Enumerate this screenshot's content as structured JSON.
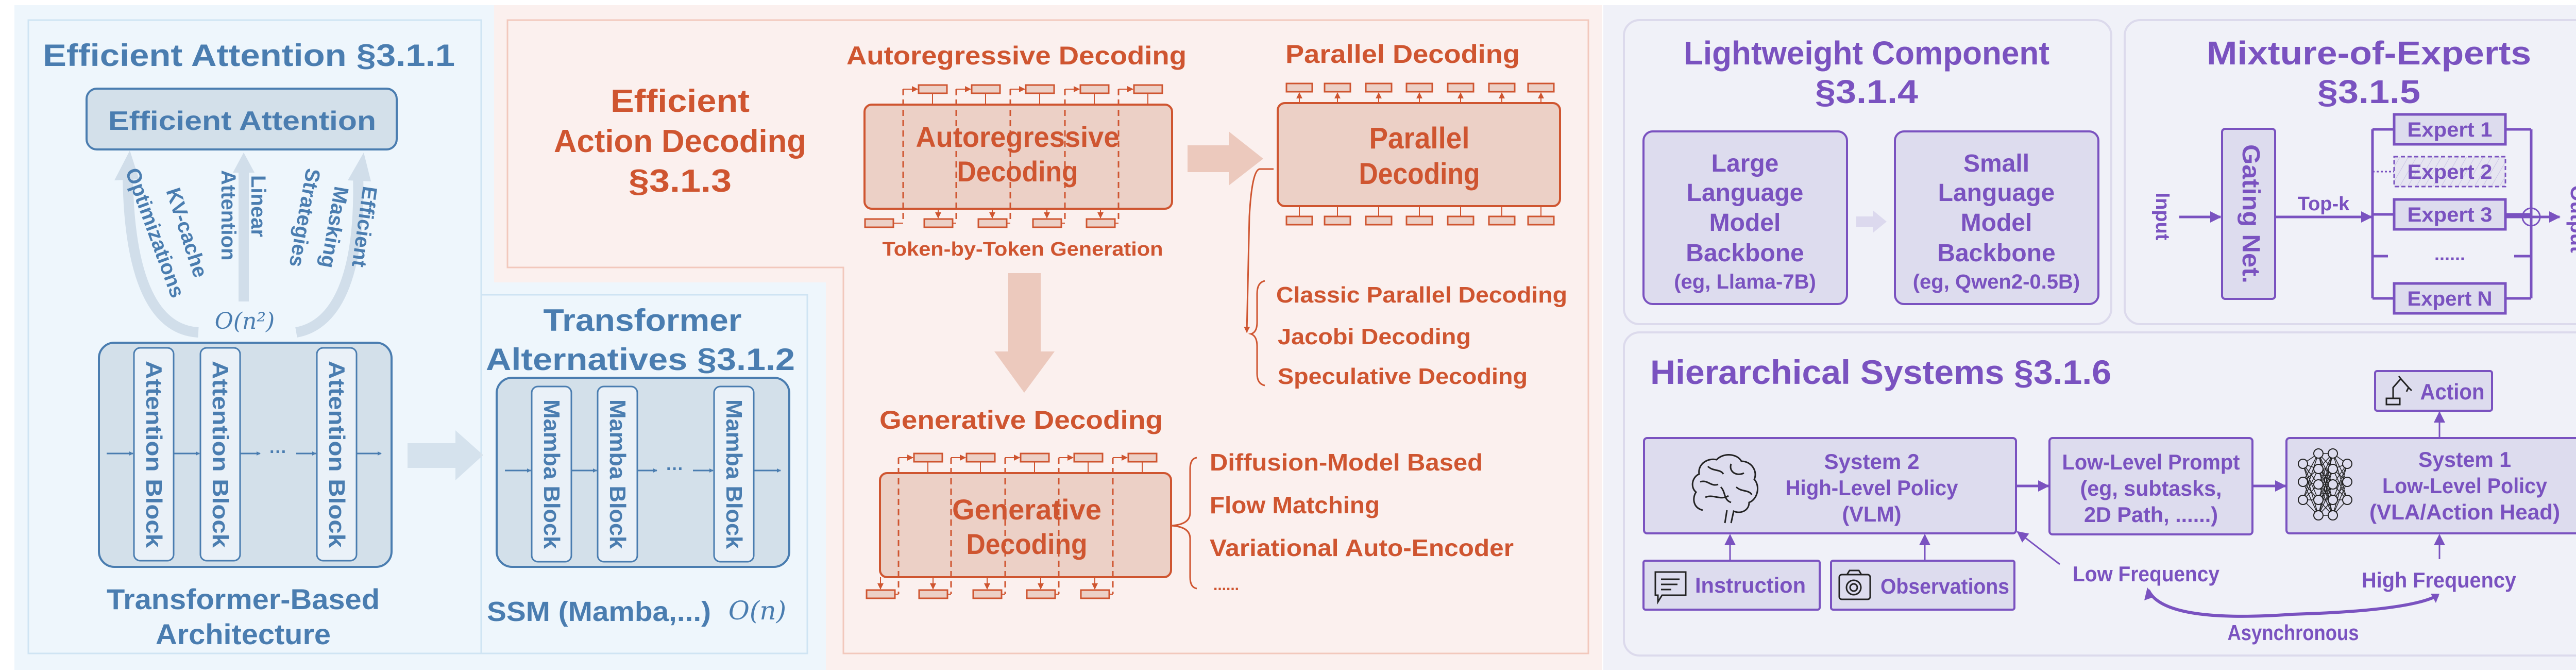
{
  "colors": {
    "blue_text": "#4a7db0",
    "blue_bg": "#eef6fc",
    "blue_box": "#d3e0ea",
    "red_text": "#cf5530",
    "red_bg": "#fbf0ee",
    "red_box": "#ecd0c6",
    "purple_text": "#7a52c0",
    "purple_bg": "#f0f1f8",
    "purple_box": "#dddcee"
  },
  "efficient_attention": {
    "title": "Efficient Attention §3.1.1",
    "box_label": "Efficient Attention",
    "methods": [
      {
        "lines": [
          "KV-cache",
          "Optimizations"
        ]
      },
      {
        "lines": [
          "Linear",
          "Attention"
        ]
      },
      {
        "lines": [
          "Efficient",
          "Masking",
          "Strategies"
        ]
      }
    ],
    "complexity": "O(n²)",
    "block_label": "Attention Block",
    "ellipsis": "···",
    "caption": [
      "Transformer-Based",
      "Architecture"
    ]
  },
  "transformer_alternatives": {
    "title": [
      "Transformer",
      "Alternatives §3.1.2"
    ],
    "block_label": "Mamba Block",
    "ellipsis": "···",
    "caption": "SSM (Mamba,...)",
    "complexity": "O(n)"
  },
  "action_decoding": {
    "title": [
      "Efficient",
      "Action Decoding",
      "§3.1.3"
    ],
    "autoregressive": {
      "heading": "Autoregressive Decoding",
      "box_lines": [
        "Autoregressive",
        "Decoding"
      ],
      "caption": "Token-by-Token Generation"
    },
    "parallel": {
      "heading": "Parallel Decoding",
      "box_lines": [
        "Parallel",
        "Decoding"
      ],
      "methods": [
        "Classic Parallel Decoding",
        "Jacobi Decoding",
        "Speculative Decoding"
      ]
    },
    "generative": {
      "heading": "Generative Decoding",
      "box_lines": [
        "Generative",
        "Decoding"
      ],
      "methods": [
        "Diffusion-Model Based",
        "Flow Matching",
        "Variational Auto-Encoder",
        "......"
      ]
    }
  },
  "lightweight": {
    "title": [
      "Lightweight Component",
      "§3.1.4"
    ],
    "large": [
      "Large",
      "Language",
      "Model",
      "Backbone",
      "(eg, Llama-7B)"
    ],
    "small": [
      "Small",
      "Language",
      "Model",
      "Backbone",
      "(eg, Qwen2-0.5B)"
    ]
  },
  "moe": {
    "title": [
      "Mixture-of-Experts",
      "§3.1.5"
    ],
    "input": "Input",
    "gating": "Gating Net.",
    "topk": "Top-k",
    "output": "Output",
    "experts": [
      "Expert 1",
      "Expert 2",
      "Expert 3",
      "......",
      "Expert N"
    ]
  },
  "hierarchical": {
    "title": "Hierarchical Systems §3.1.6",
    "action": "Action",
    "system2": [
      "System 2",
      "High-Level Policy",
      "(VLM)"
    ],
    "prompt": [
      "Low-Level Prompt",
      "(eg, subtasks,",
      "2D Path, ......)"
    ],
    "system1": [
      "System 1",
      "Low-Level Policy",
      "(VLA/Action Head)"
    ],
    "instruction": "Instruction",
    "observations": "Observations",
    "low_freq": "Low Frequency",
    "high_freq": "High Frequency",
    "async": "Asynchronous"
  }
}
